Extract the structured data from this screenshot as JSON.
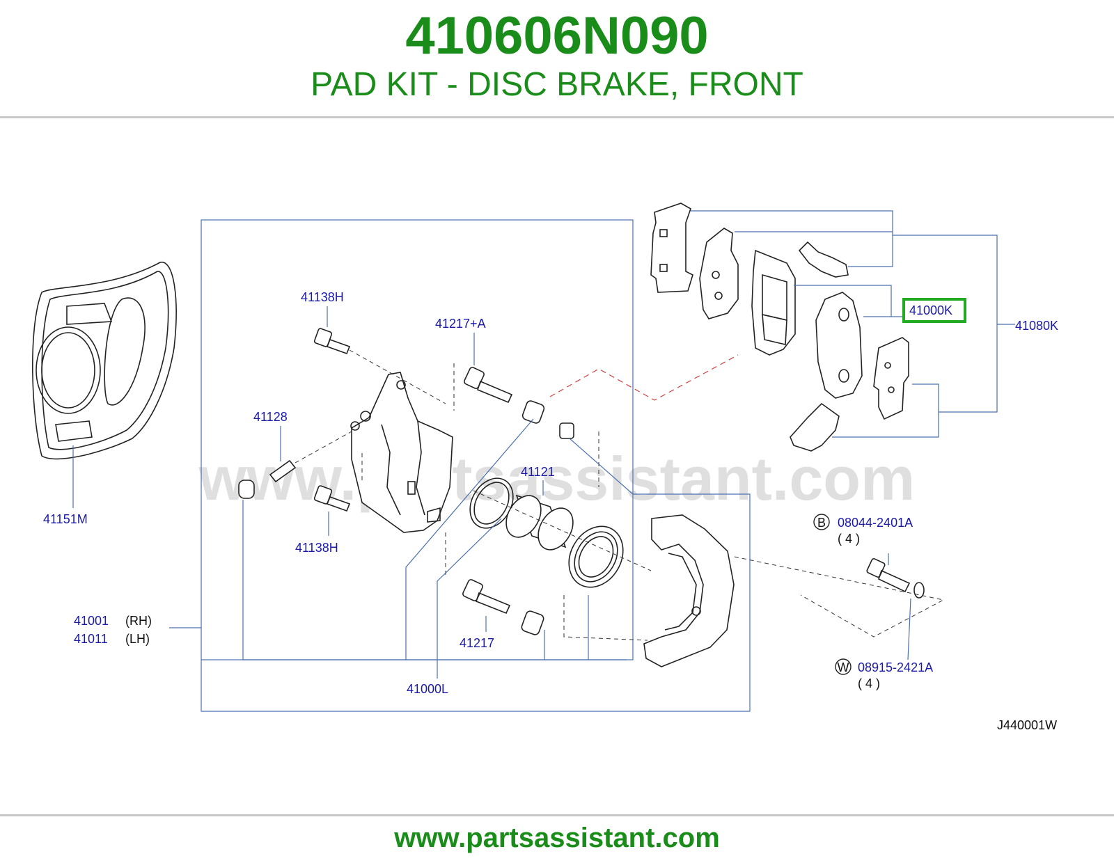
{
  "header": {
    "part_number": "410606N090",
    "description": "PAD KIT - DISC BRAKE, FRONT"
  },
  "diagram": {
    "watermark": "www.partsassistant.com",
    "code": "J440001W",
    "highlight_color": "#22aa22",
    "labels": {
      "l41138h_top": "41138H",
      "l41217a": "41217+A",
      "l41128": "41128",
      "l41121": "41121",
      "l41138h_bottom": "41138H",
      "l41151m": "41151M",
      "l41001": "41001",
      "l41001_side": "(RH)",
      "l41011": "41011",
      "l41011_side": "(LH)",
      "l41217": "41217",
      "l41000l": "41000L",
      "l41000k": "41000K",
      "l41080k": "41080K",
      "bolt_marker": "B",
      "bolt_part": "08044-2401A",
      "bolt_qty": "( 4 )",
      "washer_marker": "W",
      "washer_part": "08915-2421A",
      "washer_qty": "( 4 )"
    }
  },
  "footer": {
    "url": "www.partsassistant.com"
  }
}
